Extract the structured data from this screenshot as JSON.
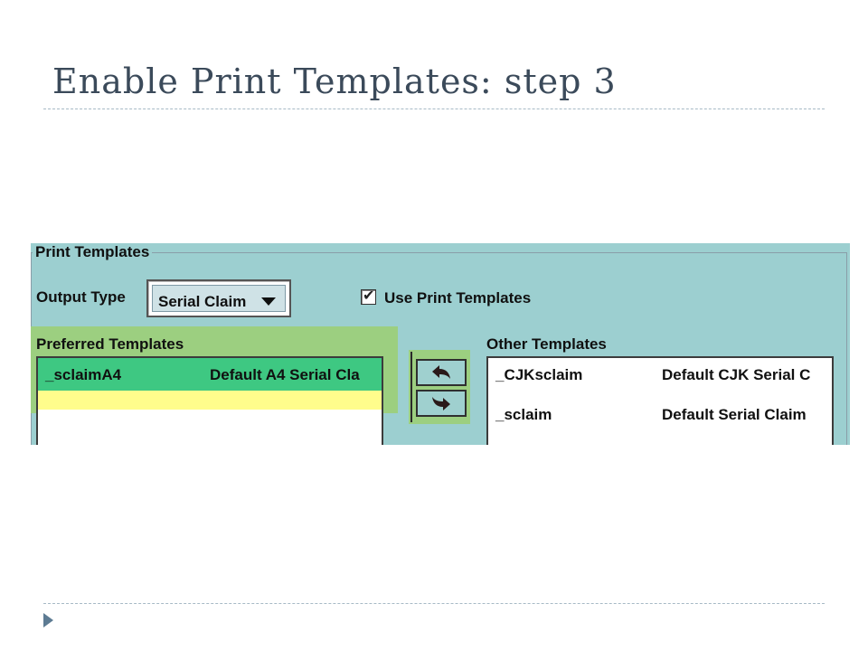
{
  "slide": {
    "title": "Enable Print Templates: step 3"
  },
  "dialog": {
    "group_title": "Print Templates",
    "output_type_label": "Output Type",
    "output_type_value": "Serial Claim",
    "use_print_templates_label": "Use Print Templates",
    "use_print_templates_checked": true,
    "preferred_label": "Preferred Templates",
    "other_label": "Other Templates",
    "preferred_rows": [
      {
        "name": "_sclaimA4",
        "description": "Default A4 Serial Cla"
      }
    ],
    "other_rows": [
      {
        "name": "_CJKsclaim",
        "description": "Default CJK Serial C"
      },
      {
        "name": "_sclaim",
        "description": "Default Serial Claim"
      }
    ],
    "move_left_icon": "curved-arrow-left-icon",
    "move_right_icon": "curved-arrow-right-icon"
  },
  "colors": {
    "window_bg": "#9ccfd0",
    "preferred_highlight": "#9ccf80",
    "selected_row": "#3ec882",
    "yellow_row": "#fffd8c",
    "title_text": "#3b4a5a"
  }
}
